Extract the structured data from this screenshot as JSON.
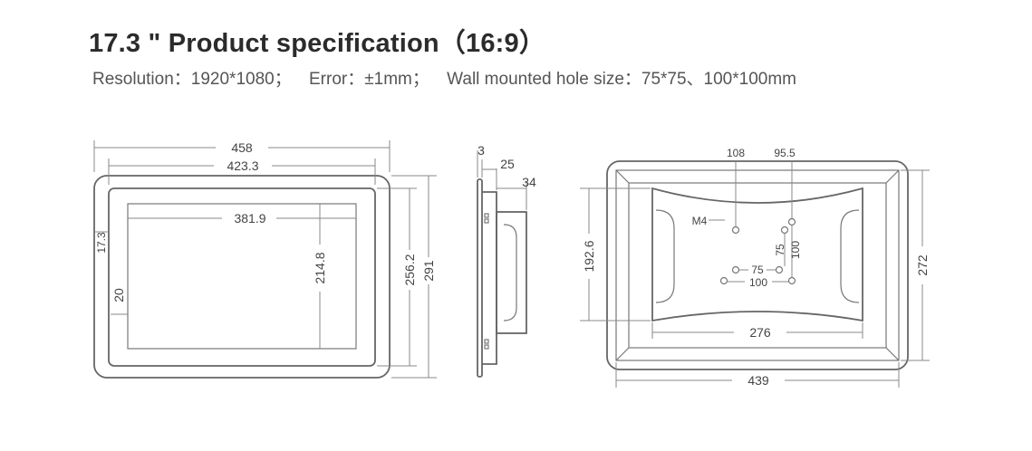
{
  "header": {
    "title": "17.3 \" Product specification（16:9）",
    "specs": [
      "Resolution：1920*1080；",
      "Error：±1mm；",
      "Wall mounted hole size：75*75、100*100mm"
    ]
  },
  "front_view": {
    "outer_width": "458",
    "bezel_width": "423.3",
    "display_width": "381.9",
    "display_height": "214.8",
    "bezel_height": "256.2",
    "outer_height": "291",
    "side_margin": "17.3",
    "bottom_margin": "20"
  },
  "side_view": {
    "depth_front": "3",
    "depth_body": "25",
    "depth_total": "34"
  },
  "back_view": {
    "hole_offset_left": "108",
    "hole_offset_right": "95.5",
    "screw_label": "M4",
    "vesa_small_v": "75",
    "vesa_large_v": "100",
    "vesa_small_h": "75",
    "vesa_large_h": "100",
    "inner_height": "192.6",
    "inner_width": "276",
    "outer_width": "439",
    "outer_height": "272"
  },
  "colors": {
    "title": "#2b2b2b",
    "text": "#555555",
    "lines": "#666666"
  }
}
